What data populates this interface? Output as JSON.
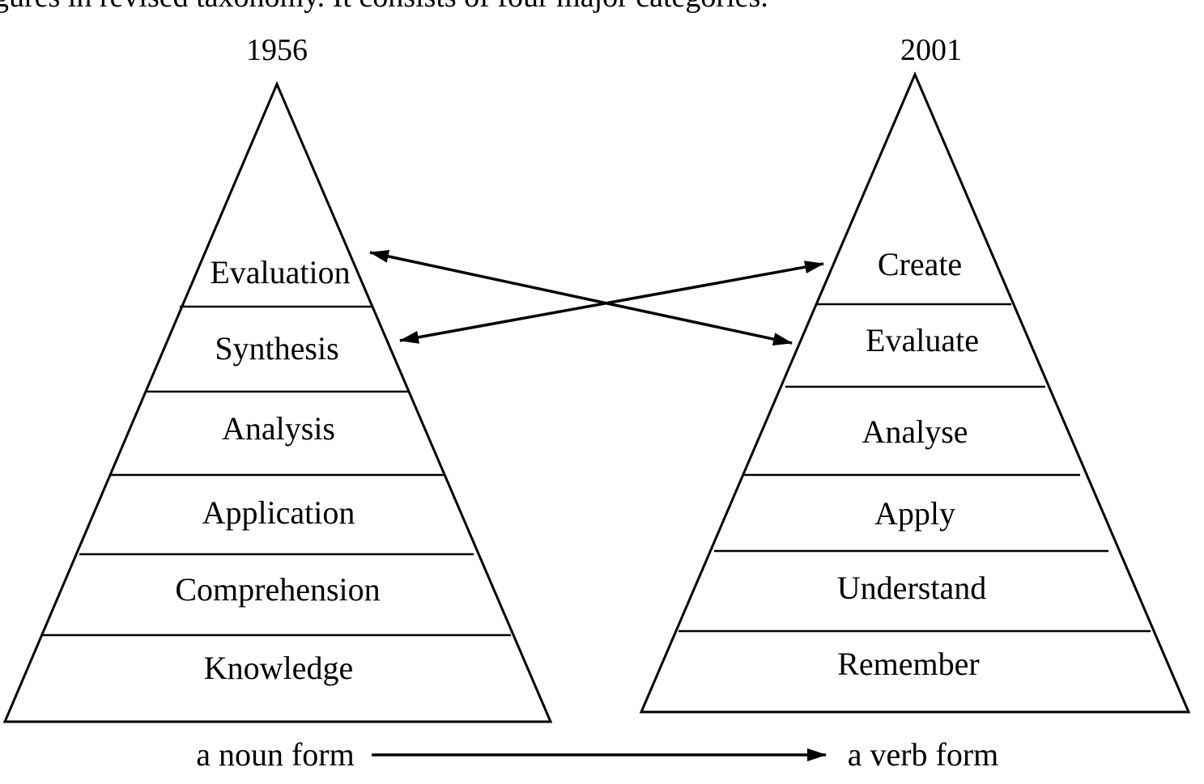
{
  "header_fragment": "gures in revised taxonomy. It consists of four major categories.",
  "left_pyramid": {
    "year": "1956",
    "levels": [
      "Evaluation",
      "Synthesis",
      "Analysis",
      "Application",
      "Comprehension",
      "Knowledge"
    ]
  },
  "right_pyramid": {
    "year": "2001",
    "levels": [
      "Create",
      "Evaluate",
      "Analyse",
      "Apply",
      "Understand",
      "Remember"
    ]
  },
  "footer": {
    "left_label": "a noun form",
    "right_label": "a verb form"
  }
}
